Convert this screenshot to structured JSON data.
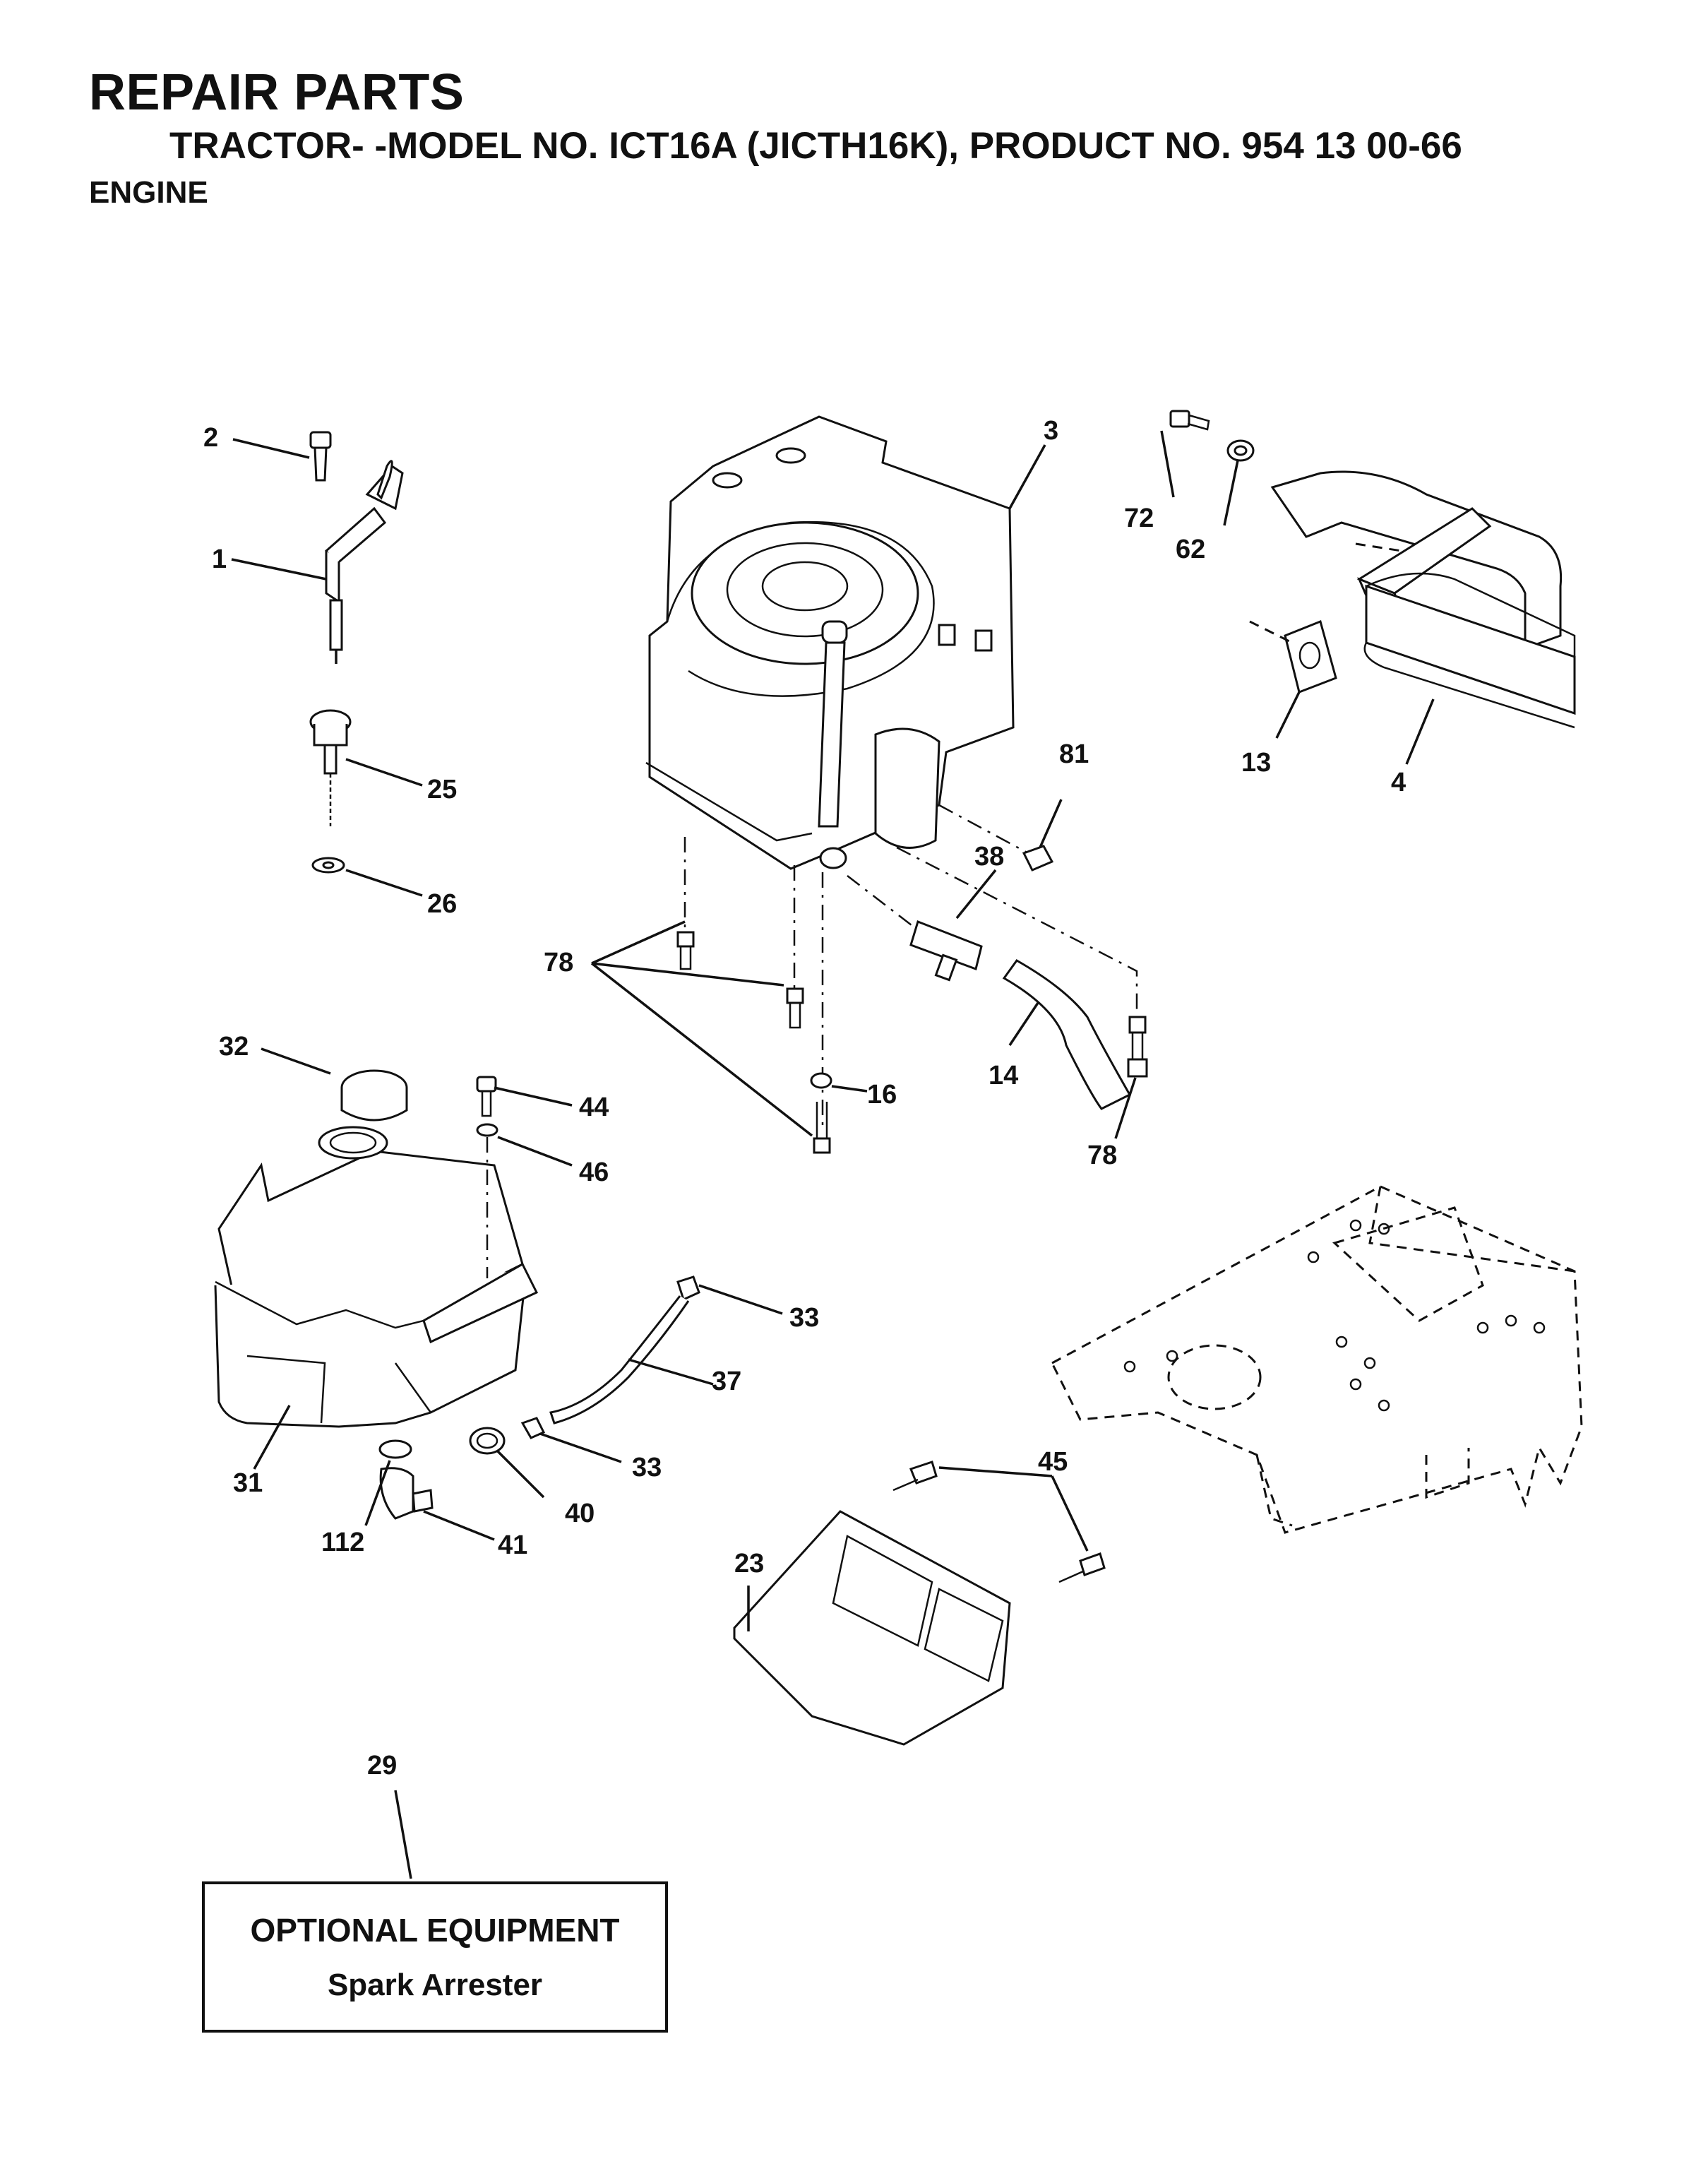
{
  "header": {
    "title": "REPAIR PARTS",
    "subtitle": "TRACTOR- -MODEL NO. ICT16A (JICTH16K), PRODUCT NO. 954 13 00-66",
    "section": "ENGINE"
  },
  "callouts": {
    "c1": "1",
    "c2": "2",
    "c3": "3",
    "c4": "4",
    "c13": "13",
    "c14": "14",
    "c16": "16",
    "c23": "23",
    "c25": "25",
    "c26": "26",
    "c29": "29",
    "c31": "31",
    "c32": "32",
    "c33a": "33",
    "c33b": "33",
    "c37": "37",
    "c38": "38",
    "c40": "40",
    "c41": "41",
    "c44": "44",
    "c45": "45",
    "c46": "46",
    "c62": "62",
    "c72": "72",
    "c78a": "78",
    "c78b": "78",
    "c81": "81",
    "c112": "112"
  },
  "optional": {
    "title": "OPTIONAL EQUIPMENT",
    "item": "Spark Arrester"
  }
}
